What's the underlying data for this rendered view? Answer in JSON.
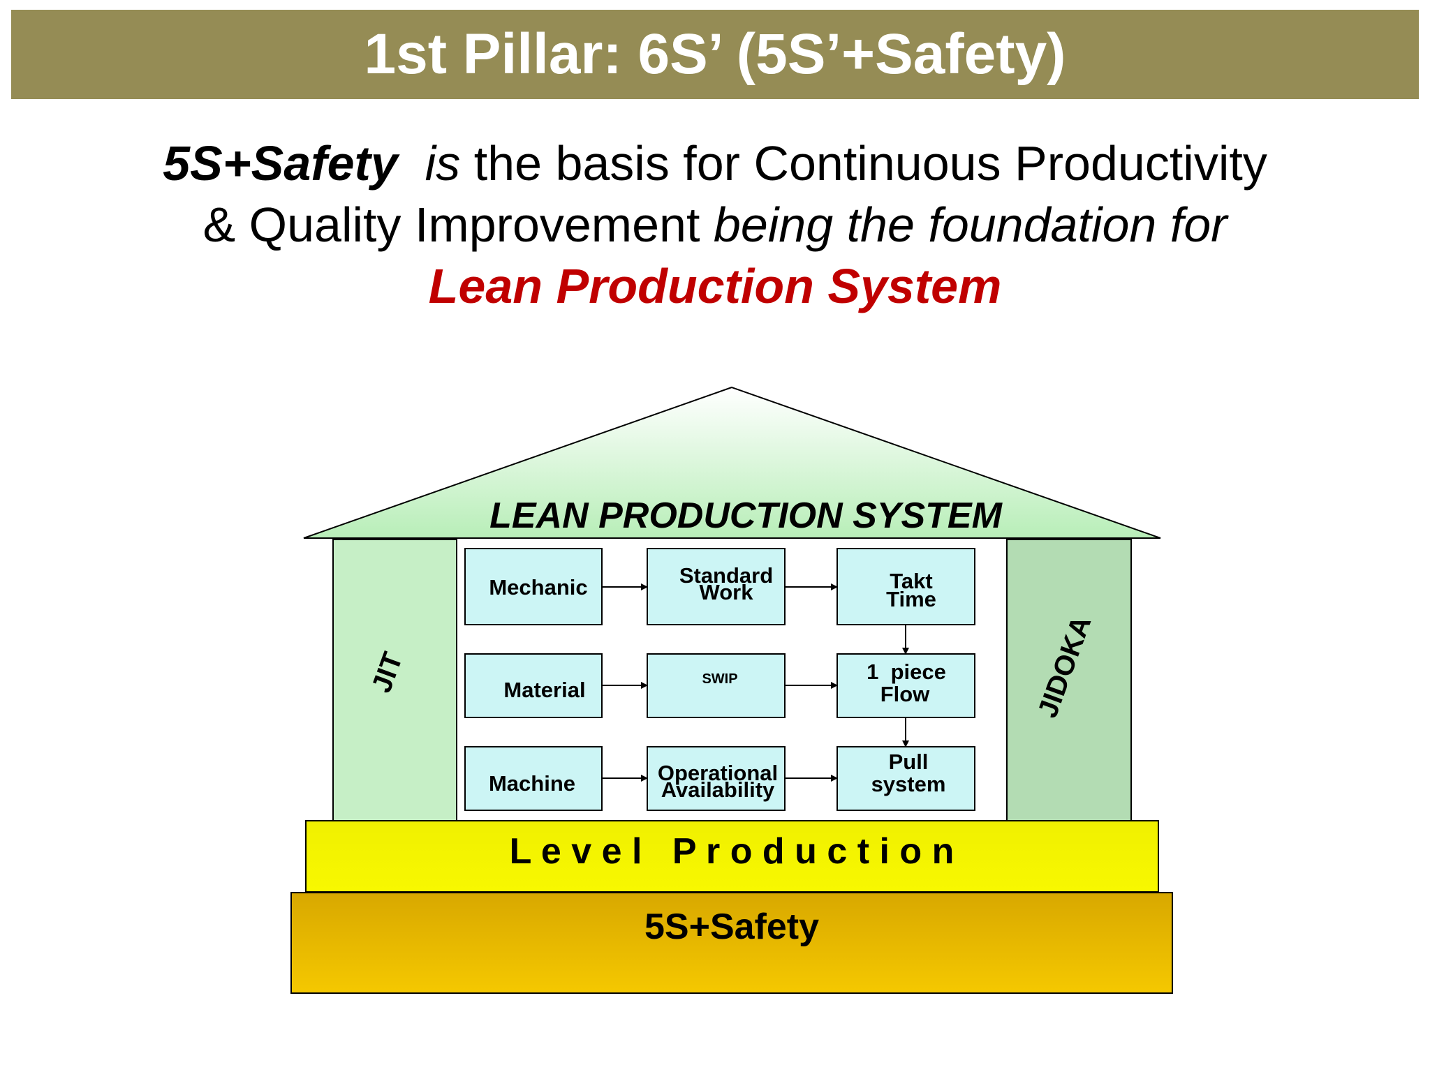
{
  "header": {
    "title": "1st Pillar: 6S’ (5S’+Safety)"
  },
  "subtitle": {
    "line1_bold": "5S+Safety",
    "line1_italic": "is",
    "line1_rest": "the basis for Continuous Productivity",
    "line2_plain": "& Quality Improvement",
    "line2_italic": "being the foundation for",
    "line3_red": "Lean Production System"
  },
  "diagram": {
    "roof_label": "LEAN PRODUCTION SYSTEM",
    "left_pillar": "JIT",
    "right_pillar": "JIDOKA",
    "level_production": "L e v e l   P r o d u c t i o n",
    "base": "5S+Safety",
    "boxes": {
      "mechanic": "Mechanic",
      "standard_work": [
        "Standard",
        "Work"
      ],
      "takt_time": [
        "Takt",
        "Time"
      ],
      "material": "Material",
      "swip": "SWIP",
      "one_piece_flow": [
        "1  piece",
        "Flow"
      ],
      "machine": "Machine",
      "operational_availability": [
        "Operational",
        "Availability"
      ],
      "pull_system": [
        "Pull",
        "system"
      ]
    }
  },
  "colors": {
    "title_bar": "#958c55",
    "accent_red": "#c00000",
    "roof_green": "#c6efc6",
    "pillar_green": "#c6efc6",
    "pillar_right_green": "#b3dcb3",
    "box_cyan": "#ccf5f5",
    "level_yellow": "#f5f500",
    "base_gold": "#e0b000"
  }
}
